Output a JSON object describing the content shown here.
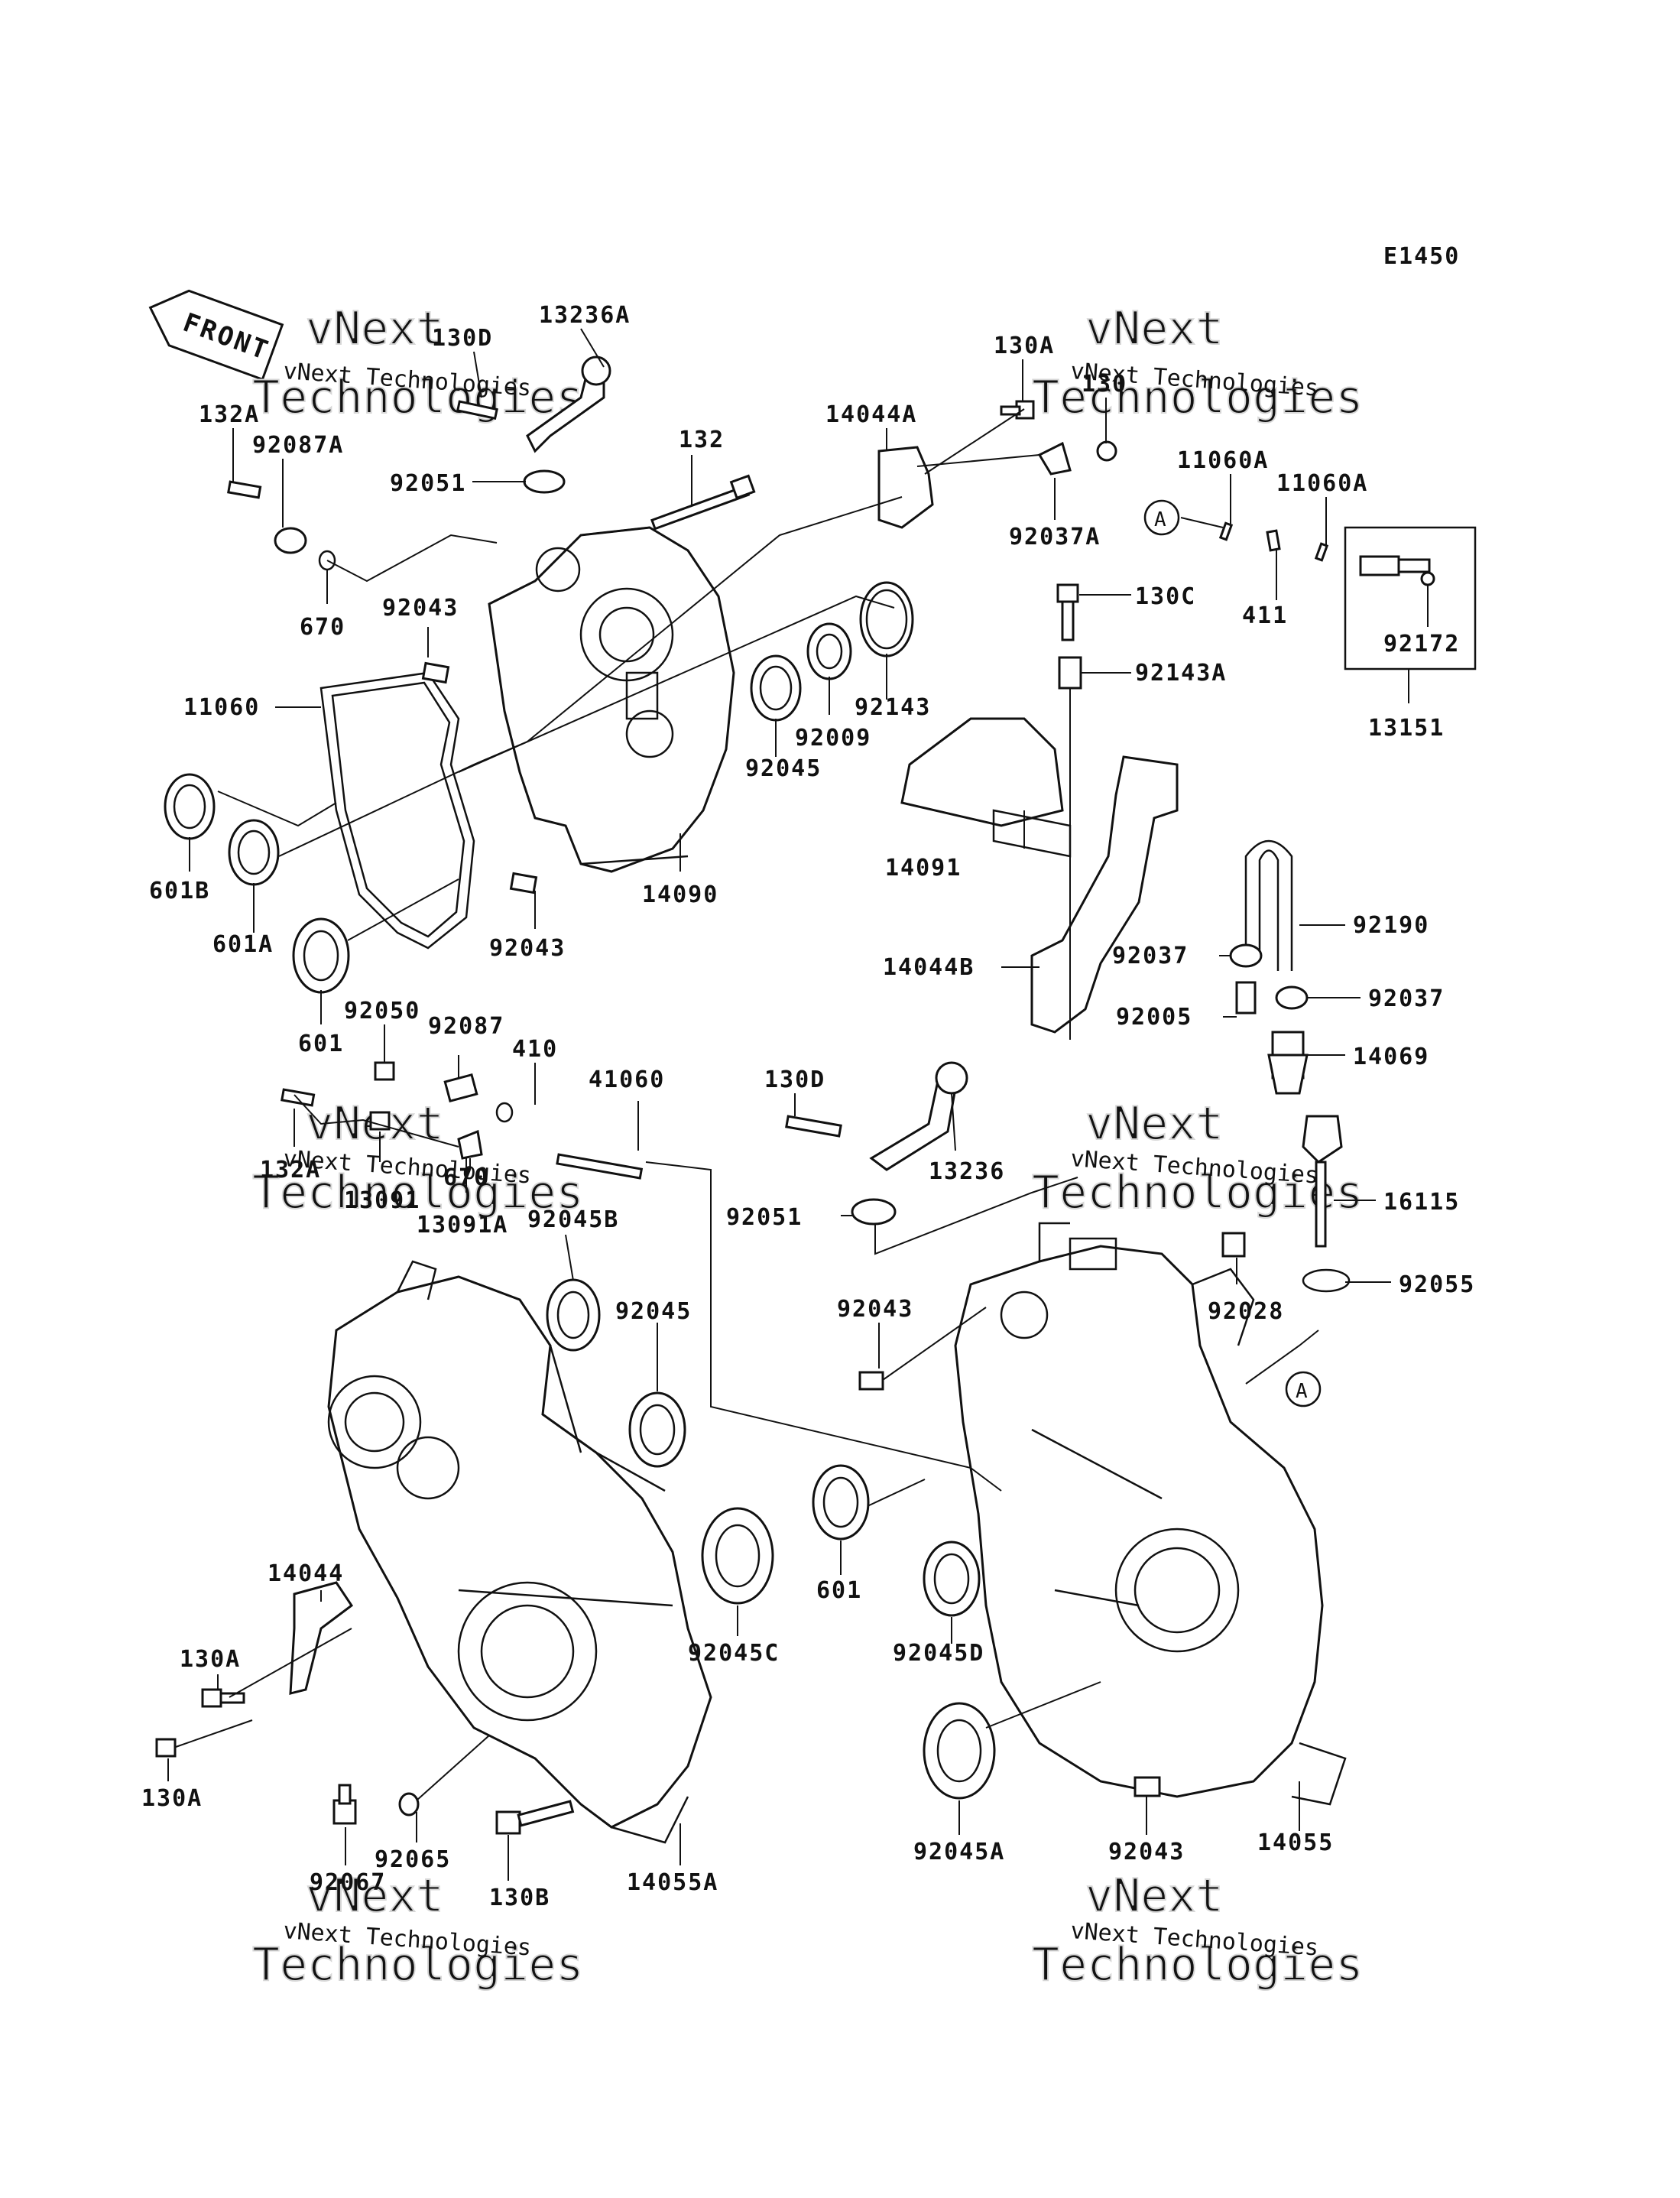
{
  "diagram_code": "E1450",
  "front_label": "FRONT",
  "ref_marker": "A",
  "watermark": {
    "line1": "vNext Technologies",
    "line2": "vNext",
    "line3": "Technologies"
  },
  "part_labels": [
    "13236A",
    "130D",
    "132A",
    "92087A",
    "92051",
    "132",
    "670",
    "92043",
    "14044A",
    "130A",
    "130",
    "92037A",
    "11060A",
    "11060A",
    "130C",
    "411",
    "92172",
    "92143A",
    "13151",
    "11060",
    "92009",
    "92143",
    "92045",
    "601B",
    "601A",
    "14090",
    "92043",
    "14091",
    "601",
    "92050",
    "92087",
    "410",
    "41060",
    "14044B",
    "92190",
    "92037",
    "92037",
    "92005",
    "14069",
    "130D",
    "13236",
    "132A",
    "13091",
    "670",
    "13091A",
    "92045B",
    "92051",
    "16115",
    "92045",
    "92055",
    "92028",
    "92043",
    "14044",
    "130A",
    "601",
    "92045C",
    "92045D",
    "130A",
    "92065",
    "92067",
    "130B",
    "14055A",
    "92045A",
    "92043",
    "14055"
  ]
}
